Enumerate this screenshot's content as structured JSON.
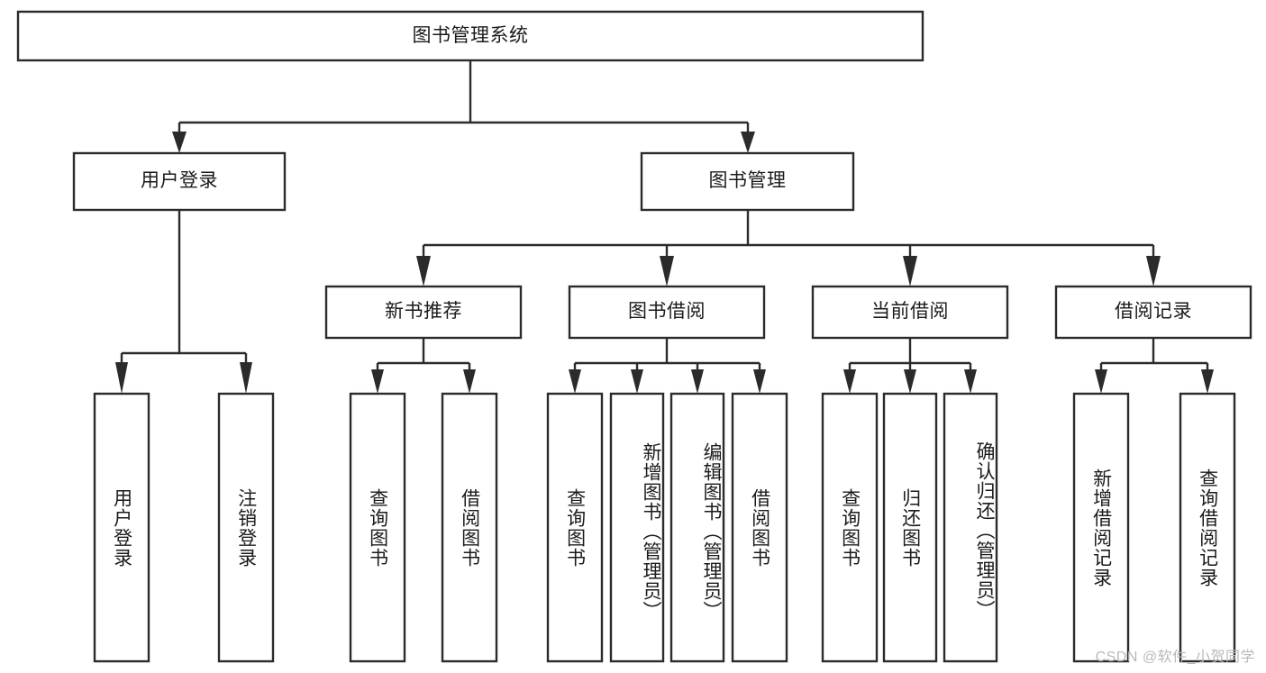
{
  "diagram": {
    "type": "tree-hierarchy",
    "orientation": "top-down",
    "colors": {
      "stroke": "#2b2b2b",
      "fill": "#ffffff",
      "text": "#1b1b1b",
      "watermark": "#b9b9b9",
      "background": "#ffffff"
    },
    "root": {
      "label": "图书管理系统"
    },
    "level1": [
      {
        "label": "用户登录"
      },
      {
        "label": "图书管理"
      }
    ],
    "level2": [
      {
        "label": "新书推荐"
      },
      {
        "label": "图书借阅"
      },
      {
        "label": "当前借阅"
      },
      {
        "label": "借阅记录"
      }
    ],
    "leaves": {
      "user_login": [
        {
          "label": "用户登录"
        },
        {
          "label": "注销登录"
        }
      ],
      "new_book_recommend": [
        {
          "label": "查询图书"
        },
        {
          "label": "借阅图书"
        }
      ],
      "book_borrow": [
        {
          "label": "查询图书"
        },
        {
          "label": "新增图书（管理员）"
        },
        {
          "label": "编辑图书（管理员）"
        },
        {
          "label": "借阅图书"
        }
      ],
      "current_borrow": [
        {
          "label": "查询图书"
        },
        {
          "label": "归还图书"
        },
        {
          "label": "确认归还（管理员）"
        }
      ],
      "borrow_record": [
        {
          "label": "新增借阅记录"
        },
        {
          "label": "查询借阅记录"
        }
      ]
    }
  },
  "watermark": {
    "text": "CSDN @软件_小贺同学"
  }
}
